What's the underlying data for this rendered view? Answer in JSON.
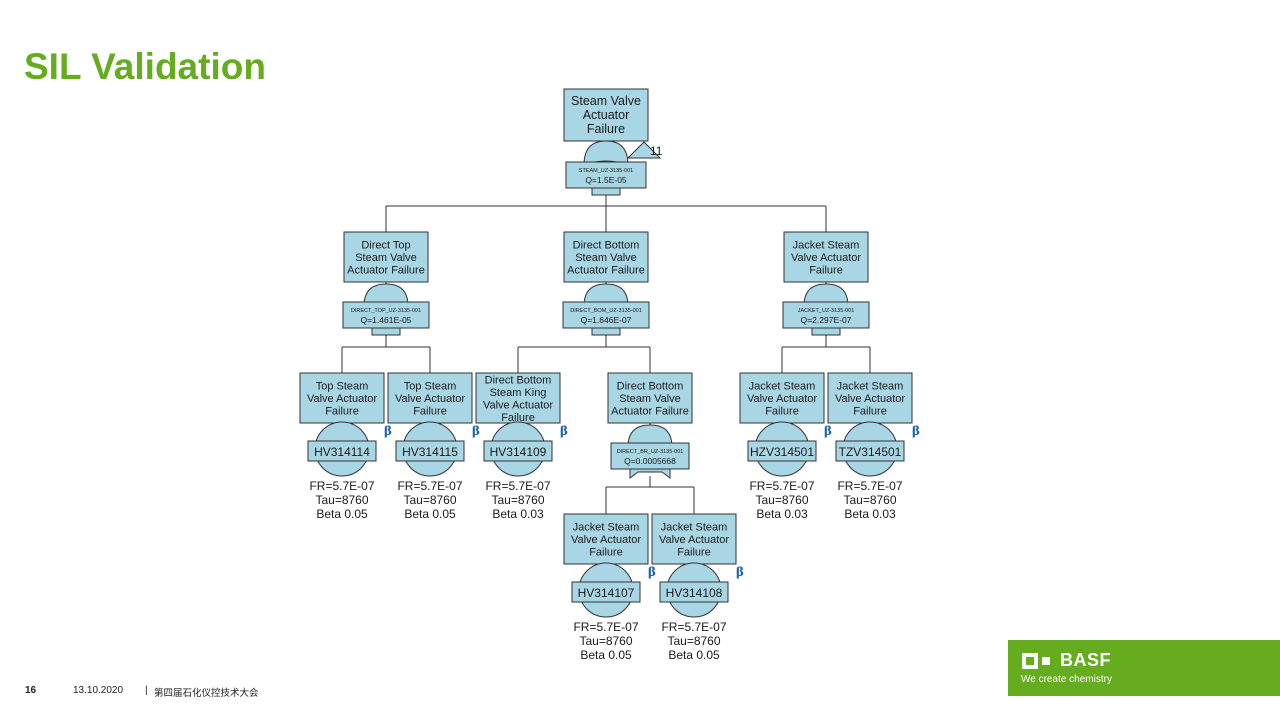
{
  "slide": {
    "title": "SIL Validation",
    "page_number": "16",
    "date": "13.10.2020",
    "separator": "|",
    "event": "第四届石化仪控技术大会"
  },
  "brand": {
    "name": "BASF",
    "tagline": "We create chemistry",
    "color": "#65ac1e"
  },
  "fault_tree": {
    "colors": {
      "box_fill": "#a9d6e5",
      "stroke": "#333333",
      "beta": "#1f5fa8"
    },
    "top": {
      "label": [
        "Steam Valve",
        "Actuator",
        "Failure"
      ],
      "gate_id": "STEAM_UZ-3135-001",
      "gate_q": "Q=1.5E-05",
      "transfer_count": "11"
    },
    "gates": [
      {
        "key": "top",
        "label": [
          "Direct Top",
          "Steam Valve",
          "Actuator Failure"
        ],
        "gate_id": "DIRECT_TOP_UZ-3135-001",
        "gate_q": "Q=1.461E-05"
      },
      {
        "key": "bottom",
        "label": [
          "Direct Bottom",
          "Steam Valve",
          "Actuator Failure"
        ],
        "gate_id": "DIRECT_BOM_UZ-3135-001",
        "gate_q": "Q=1.646E-07"
      },
      {
        "key": "jacket",
        "label": [
          "Jacket Steam",
          "Valve Actuator",
          "Failure"
        ],
        "gate_id": "JACKET_UZ-3135-001",
        "gate_q": "Q=2.297E-07"
      },
      {
        "key": "br",
        "label": [
          "Direct Bottom",
          "Steam Valve",
          "Actuator Failure"
        ],
        "gate_id": "DIRECT_BR_UZ-3135-001",
        "gate_q": "Q=0.0005668"
      }
    ],
    "basic_events": [
      {
        "key": "hv314114",
        "label": [
          "Top Steam",
          "Valve Actuator",
          "Failure"
        ],
        "tag": "HV314114",
        "fr": "FR=5.7E-07",
        "tau": "Tau=8760",
        "beta": "Beta 0.05",
        "beta_symbol": "β"
      },
      {
        "key": "hv314115",
        "label": [
          "Top Steam",
          "Valve Actuator",
          "Failure"
        ],
        "tag": "HV314115",
        "fr": "FR=5.7E-07",
        "tau": "Tau=8760",
        "beta": "Beta 0.05",
        "beta_symbol": "β"
      },
      {
        "key": "hv314109",
        "label": [
          "Direct Bottom",
          "Steam King",
          "Valve Actuator",
          "Failure"
        ],
        "tag": "HV314109",
        "fr": "FR=5.7E-07",
        "tau": "Tau=8760",
        "beta": "Beta 0.03",
        "beta_symbol": "β"
      },
      {
        "key": "hzv314501",
        "label": [
          "Jacket Steam",
          "Valve Actuator",
          "Failure"
        ],
        "tag": "HZV314501",
        "fr": "FR=5.7E-07",
        "tau": "Tau=8760",
        "beta": "Beta 0.03",
        "beta_symbol": "β"
      },
      {
        "key": "tzv314501",
        "label": [
          "Jacket Steam",
          "Valve Actuator",
          "Failure"
        ],
        "tag": "TZV314501",
        "fr": "FR=5.7E-07",
        "tau": "Tau=8760",
        "beta": "Beta 0.03",
        "beta_symbol": "β"
      },
      {
        "key": "hv314107",
        "label": [
          "Jacket Steam",
          "Valve Actuator",
          "Failure"
        ],
        "tag": "HV314107",
        "fr": "FR=5.7E-07",
        "tau": "Tau=8760",
        "beta": "Beta 0.05",
        "beta_symbol": "β"
      },
      {
        "key": "hv314108",
        "label": [
          "Jacket Steam",
          "Valve Actuator",
          "Failure"
        ],
        "tag": "HV314108",
        "fr": "FR=5.7E-07",
        "tau": "Tau=8760",
        "beta": "Beta 0.05",
        "beta_symbol": "β"
      }
    ]
  }
}
